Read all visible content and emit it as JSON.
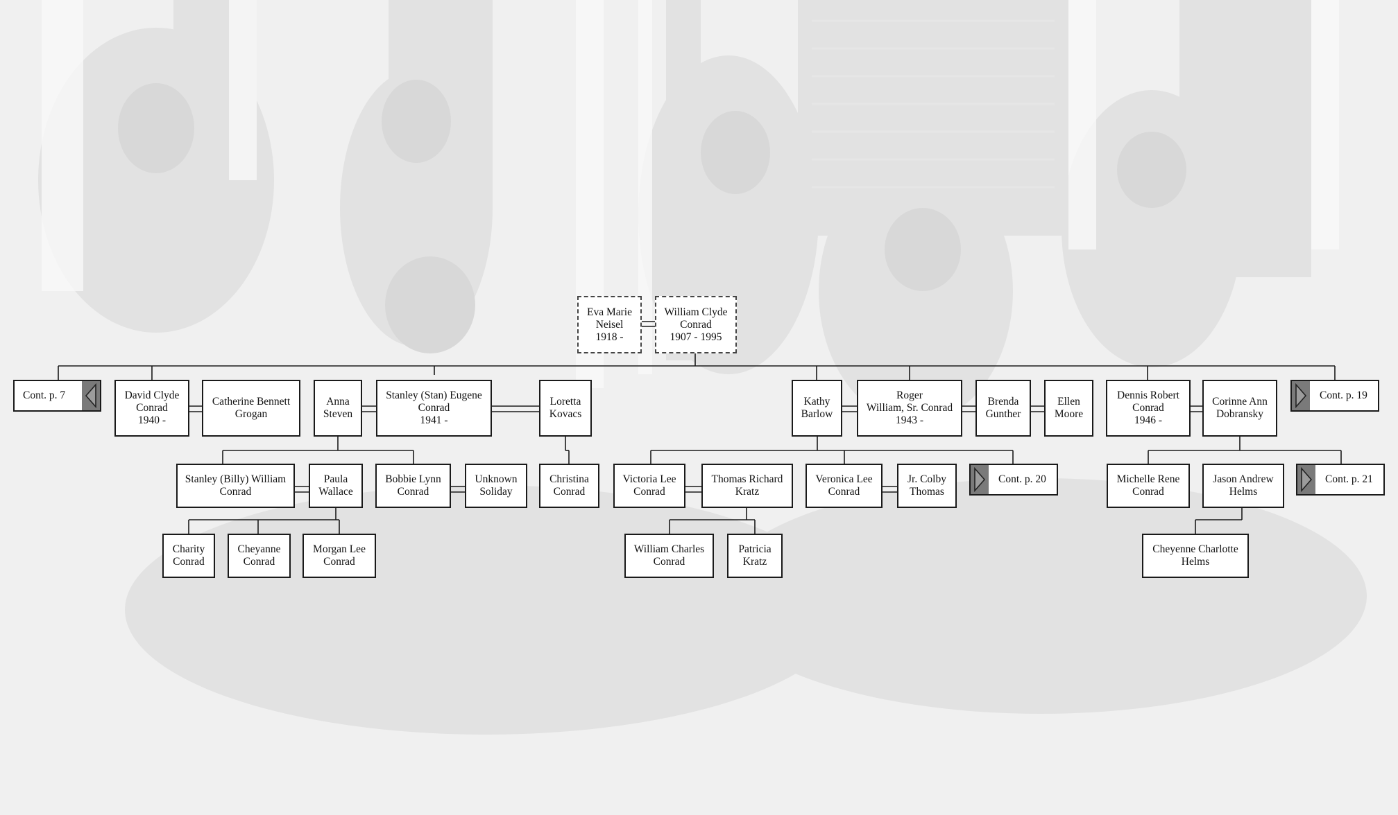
{
  "couple_root": {
    "wife": {
      "name": "Eva Marie",
      "surname": "Neisel",
      "dates": "1918 -"
    },
    "husband": {
      "name": "William Clyde",
      "surname": "Conrad",
      "dates": "1907 - 1995"
    }
  },
  "continuations": {
    "p7": "Cont. p. 7",
    "p19": "Cont. p. 19",
    "p20": "Cont. p. 20",
    "p21": "Cont. p. 21"
  },
  "gen1": {
    "david": [
      "David Clyde",
      "Conrad",
      "1940 -"
    ],
    "catherine": [
      "Catherine Bennett",
      "Grogan"
    ],
    "anna": [
      "Anna",
      "Steven"
    ],
    "stanley": [
      "Stanley (Stan) Eugene",
      "Conrad",
      "1941 -"
    ],
    "loretta": [
      "Loretta",
      "Kovacs"
    ],
    "kathy": [
      "Kathy",
      "Barlow"
    ],
    "roger": [
      "Roger",
      "William, Sr. Conrad",
      "1943 -"
    ],
    "brenda": [
      "Brenda",
      "Gunther"
    ],
    "ellen": [
      "Ellen",
      "Moore"
    ],
    "dennis": [
      "Dennis Robert",
      "Conrad",
      "1946 -"
    ],
    "corinne": [
      "Corinne Ann",
      "Dobransky"
    ]
  },
  "gen2": {
    "billy": [
      "Stanley (Billy) William",
      "Conrad"
    ],
    "paula": [
      "Paula",
      "Wallace"
    ],
    "bobbie": [
      "Bobbie Lynn",
      "Conrad"
    ],
    "unknown": [
      "Unknown",
      "Soliday"
    ],
    "christina": [
      "Christina",
      "Conrad"
    ],
    "victoria": [
      "Victoria Lee",
      "Conrad"
    ],
    "thomas": [
      "Thomas Richard",
      "Kratz"
    ],
    "veronica": [
      "Veronica Lee",
      "Conrad"
    ],
    "colby": [
      "Jr. Colby",
      "Thomas"
    ],
    "michelle": [
      "Michelle Rene",
      "Conrad"
    ],
    "jason": [
      "Jason Andrew",
      "Helms"
    ]
  },
  "gen3": {
    "charity": [
      "Charity",
      "Conrad"
    ],
    "cheyanne": [
      "Cheyanne",
      "Conrad"
    ],
    "morgan": [
      "Morgan Lee",
      "Conrad"
    ],
    "williamc": [
      "William Charles",
      "Conrad"
    ],
    "patricia": [
      "Patricia",
      "Kratz"
    ],
    "cheyennec": [
      "Cheyenne Charlotte",
      "Helms"
    ]
  },
  "colors": {
    "box_border": "#1a1a1a",
    "arrow_fill": "#7a7a7a",
    "background": "#f2f2f2"
  }
}
